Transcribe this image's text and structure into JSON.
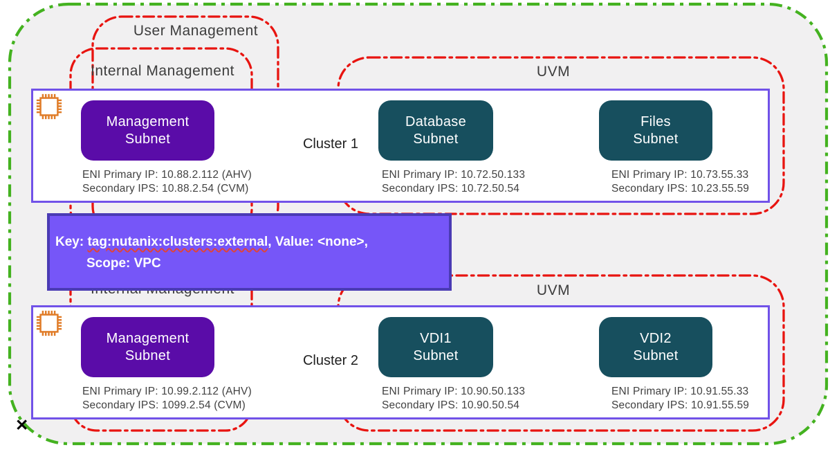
{
  "regions": {
    "user_management": "User Management",
    "internal_management_top": "Internal Management",
    "uvm_top": "UVM",
    "internal_management_bottom": "Internal Management",
    "uvm_bottom": "UVM"
  },
  "clusters": [
    {
      "label": "Cluster 1",
      "subnets": [
        {
          "name_line1": "Management",
          "name_line2": "Subnet",
          "ip_primary": "ENI Primary IP: 10.88.2.112 (AHV)",
          "ip_secondary": "Secondary IPS: 10.88.2.54 (CVM)"
        },
        {
          "name_line1": "Database",
          "name_line2": "Subnet",
          "ip_primary": "ENI Primary IP: 10.72.50.133",
          "ip_secondary": "Secondary IPS: 10.72.50.54"
        },
        {
          "name_line1": "Files",
          "name_line2": "Subnet",
          "ip_primary": "ENI Primary IP: 10.73.55.33",
          "ip_secondary": "Secondary IPS: 10.23.55.59"
        }
      ]
    },
    {
      "label": "Cluster 2",
      "subnets": [
        {
          "name_line1": "Management",
          "name_line2": "Subnet",
          "ip_primary": "ENI Primary IP: 10.99.2.112 (AHV)",
          "ip_secondary": "Secondary IPS: 1099.2.54 (CVM)"
        },
        {
          "name_line1": "VDI1",
          "name_line2": "Subnet",
          "ip_primary": "ENI Primary IP: 10.90.50.133",
          "ip_secondary": "Secondary IPS: 10.90.50.54"
        },
        {
          "name_line1": "VDI2",
          "name_line2": "Subnet",
          "ip_primary": "ENI Primary IP: 10.91.55.33",
          "ip_secondary": "Secondary IPS: 10.91.55.59"
        }
      ]
    }
  ],
  "tooltip": {
    "key_prefix": "Key: ",
    "key_value": "tag:nutanix:clusters:external",
    "key_suffix": ", Value: <none>,",
    "line2": "Scope: VPC"
  },
  "close_glyph": "✕",
  "colors": {
    "vpc_border_green": "#44b220",
    "zone_border_red": "#e81410",
    "cluster_border_purple": "#7152e8",
    "management_subnet_fill": "#5a0ca8",
    "uvm_subnet_fill": "#174f5e",
    "tooltip_fill": "#7656f8",
    "tooltip_border": "#4a3bb4",
    "chip_icon_orange": "#e07c28",
    "diagram_background": "#f1f0f1"
  }
}
